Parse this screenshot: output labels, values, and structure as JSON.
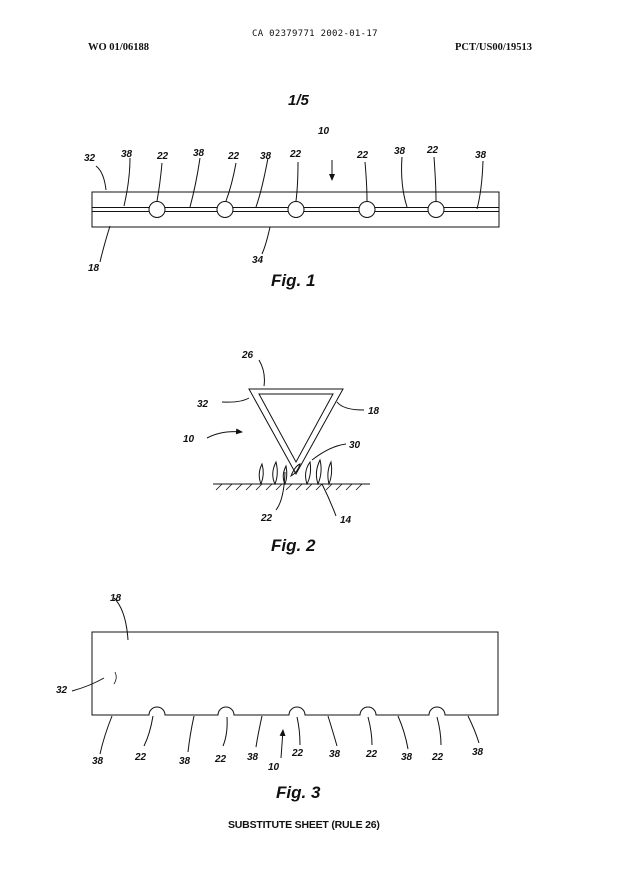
{
  "header": {
    "doc_id": "CA 02379771 2002-01-17",
    "pub_number": "WO 01/06188",
    "app_number": "PCT/US00/19513"
  },
  "sheet_label": "1/5",
  "figures": {
    "fig1": {
      "caption": "Fig. 1",
      "labels": [
        "32",
        "38",
        "22",
        "38",
        "22",
        "38",
        "22",
        "10",
        "22",
        "38",
        "22",
        "38",
        "18",
        "34"
      ]
    },
    "fig2": {
      "caption": "Fig. 2",
      "labels": [
        "26",
        "32",
        "18",
        "10",
        "30",
        "22",
        "14"
      ]
    },
    "fig3": {
      "caption": "Fig. 3",
      "labels": [
        "18",
        "32",
        "38",
        "22",
        "38",
        "22",
        "38",
        "22",
        "38",
        "22",
        "38",
        "22",
        "38",
        "10"
      ]
    }
  },
  "footer": "SUBSTITUTE SHEET (RULE 26)"
}
